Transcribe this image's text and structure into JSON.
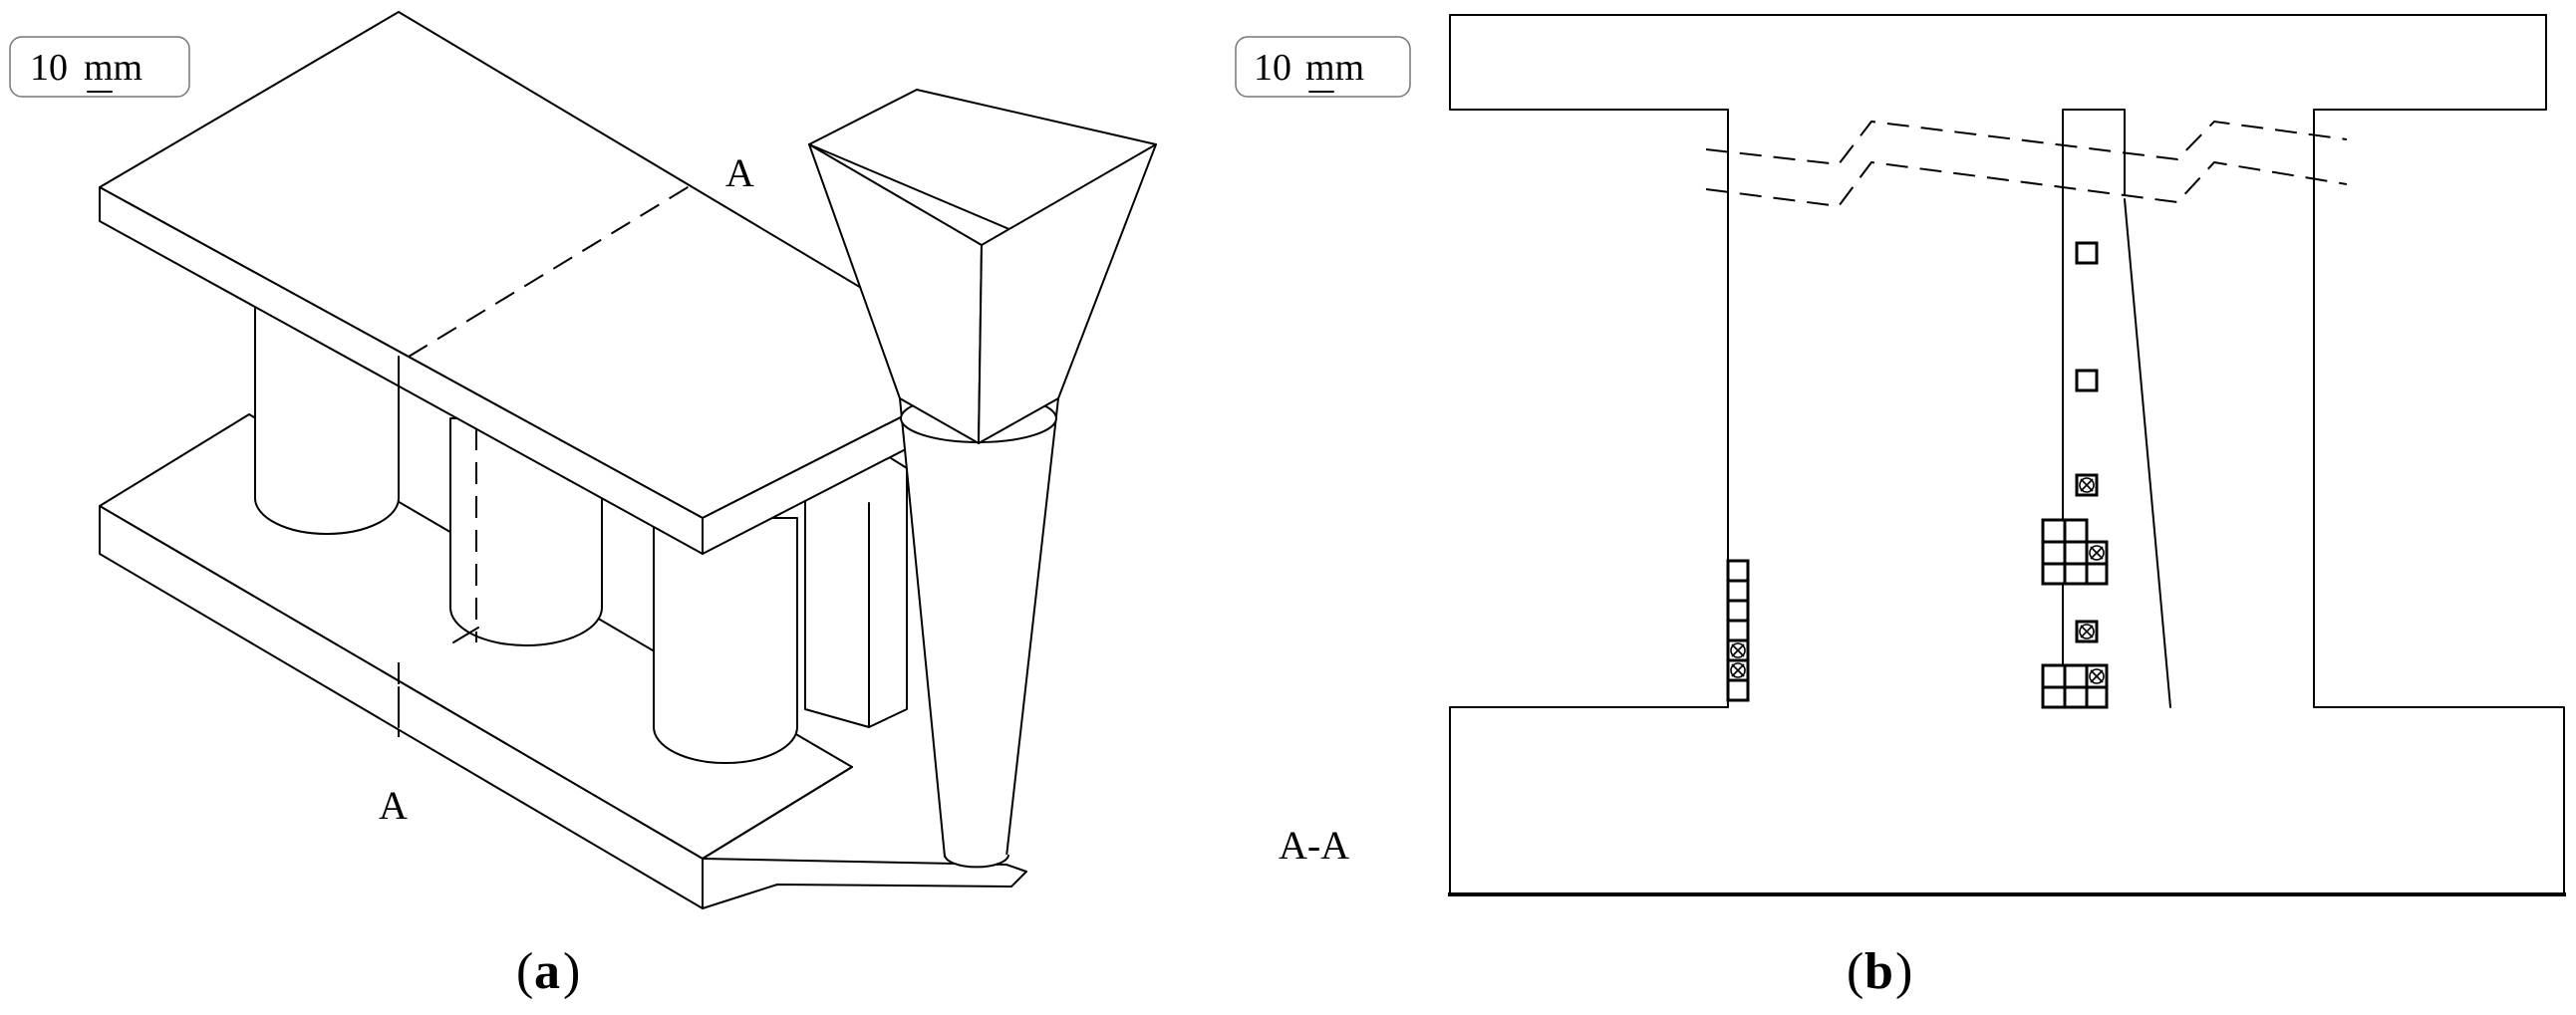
{
  "scale_bar": {
    "number": "10",
    "unit": "mm"
  },
  "panel_a": {
    "caption": "a",
    "section_mark_top": "A",
    "section_mark_bottom": "A"
  },
  "panel_b": {
    "caption": "b",
    "section_label": "A-A"
  },
  "colors": {
    "line": "#000000",
    "background": "#ffffff",
    "scale_border": "#777777"
  }
}
